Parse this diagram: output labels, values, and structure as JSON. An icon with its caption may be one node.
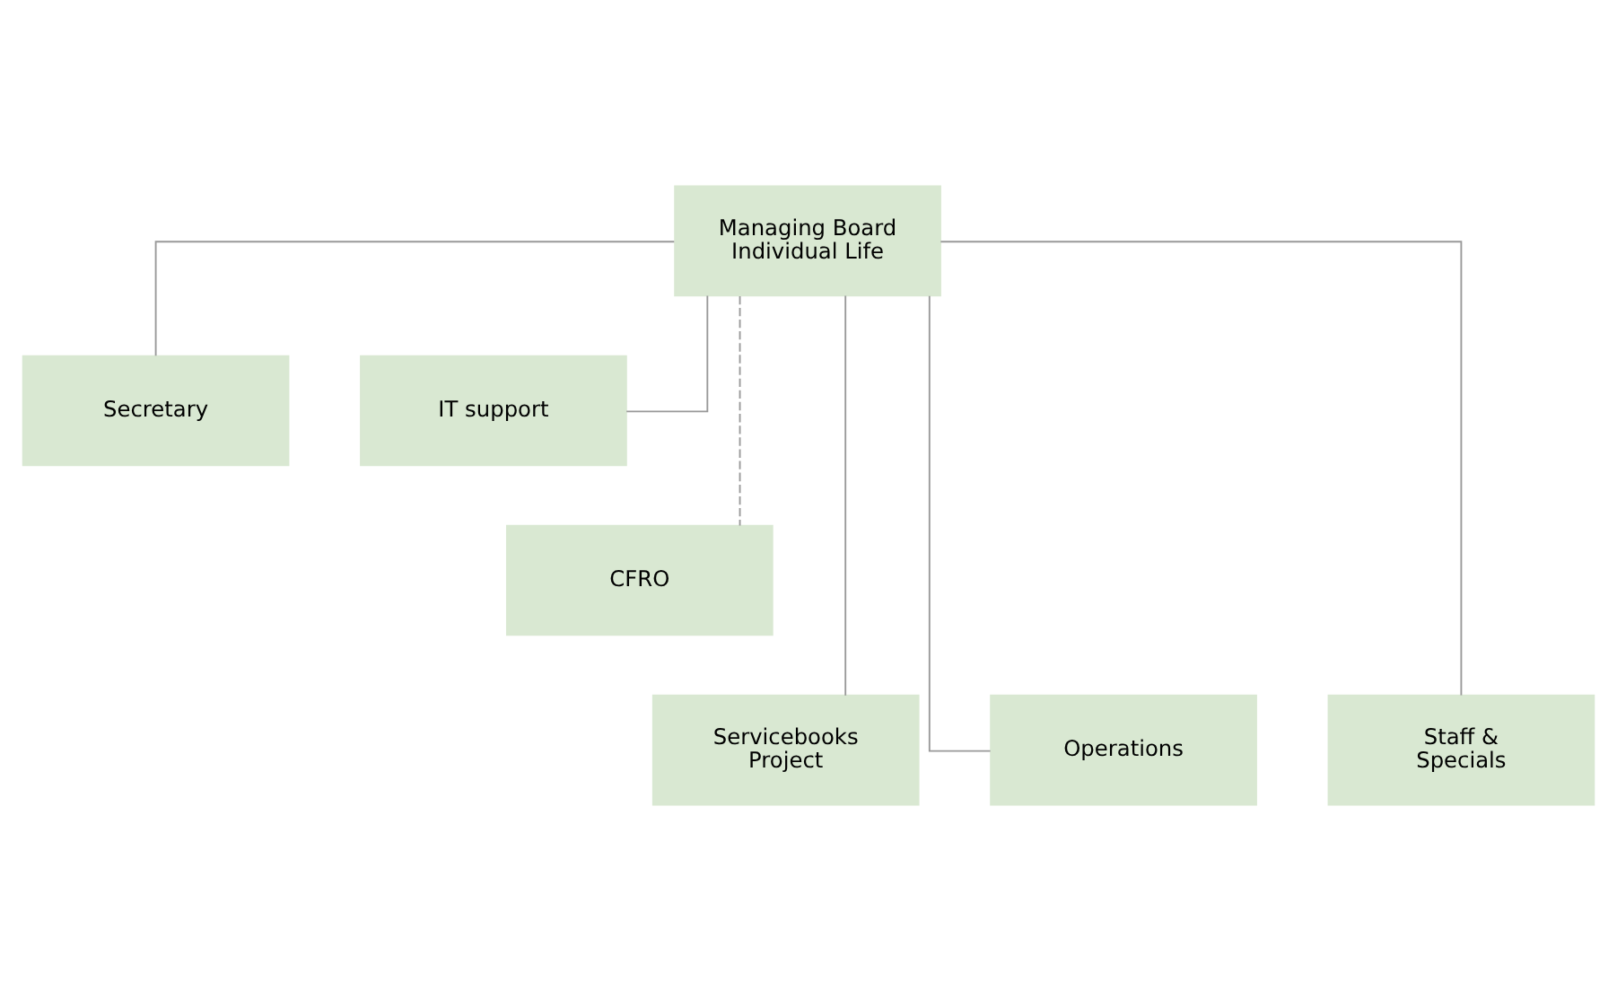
{
  "diagram": {
    "nodes": [
      {
        "text": [
          "Managing Board Individual Life"
        ]
      },
      {
        "text": [
          "Secretary"
        ]
      },
      {
        "text": [
          "IT support"
        ]
      },
      {
        "text": [
          "CFRO"
        ]
      },
      {
        "text": [
          "Servicebooks Project"
        ]
      },
      {
        "text": [
          "Operations"
        ]
      },
      {
        "text": [
          "Staff & Specials"
        ]
      }
    ],
    "edges": [
      {
        "from": 0,
        "to": 1,
        "arrow": "none"
      },
      {
        "from": 0,
        "to": 2,
        "arrow": "none"
      },
      {
        "from": 0,
        "to": 3,
        "arrow": "none",
        "style": "dashed"
      },
      {
        "from": 0,
        "to": 4,
        "arrow": "none"
      },
      {
        "from": 0,
        "to": 5,
        "arrow": "none"
      },
      {
        "from": 0,
        "to": 6,
        "arrow": "none"
      }
    ]
  }
}
